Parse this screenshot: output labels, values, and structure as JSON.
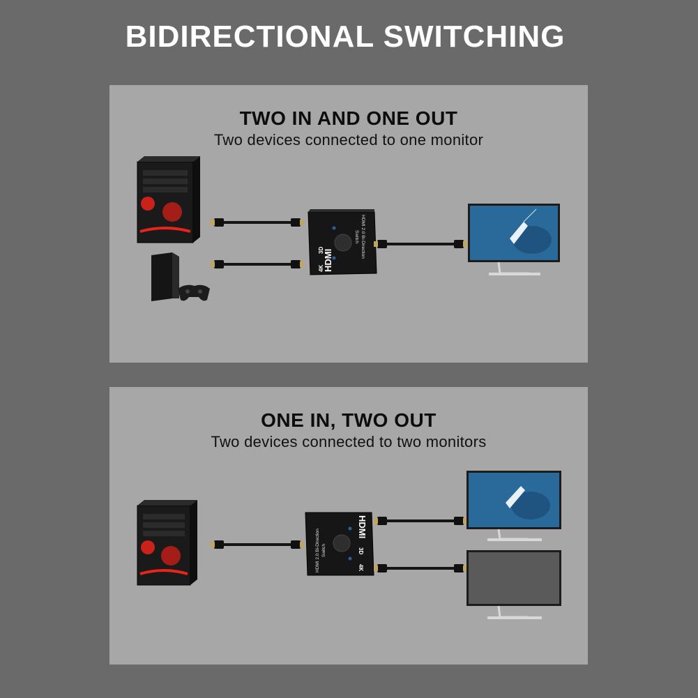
{
  "title": "BIDIRECTIONAL SWITCHING",
  "top_panel": {
    "heading": "TWO IN AND ONE OUT",
    "subheading": "Two devices connected to one monitor"
  },
  "bottom_panel": {
    "heading": "ONE IN, TWO OUT",
    "subheading": "Two devices connected to two monitors"
  },
  "switch": {
    "brand": "HDMI",
    "badge_4k": "4K",
    "badge_3d": "3D",
    "model_line1": "HDMI 2.0 Bi-Direction",
    "model_line2": "Switch"
  },
  "colors": {
    "background": "#6a6a6a",
    "panel": "#a7a7a7",
    "led_red": "#e8241c",
    "screen_blue": "#2a6a9a",
    "screen_off": "#5a5a5a"
  }
}
